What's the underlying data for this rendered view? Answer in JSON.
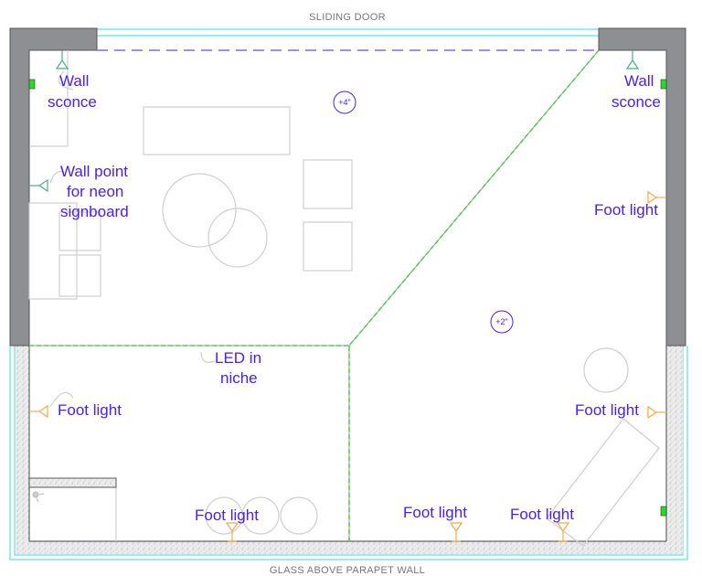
{
  "captions": {
    "top": "SLIDING DOOR",
    "bottom": "GLASS ABOVE PARAPET WALL"
  },
  "levels": {
    "upper": "+4\"",
    "lower": "+2\""
  },
  "labels": {
    "wall_sconce_left": [
      "Wall",
      "sconce"
    ],
    "wall_sconce_right": [
      "Wall",
      "sconce"
    ],
    "neon_point": [
      "Wall point",
      "for neon",
      "signboard"
    ],
    "led_niche": [
      "LED in",
      "niche"
    ],
    "foot_light_right_upper": "Foot light",
    "foot_light_left": "Foot light",
    "foot_light_right_lower": "Foot light",
    "foot_light_bottom_1": "Foot light",
    "foot_light_bottom_2": "Foot light",
    "foot_light_bottom_3": "Foot light"
  },
  "colors": {
    "wall": "#8e8f93",
    "label": "#4a1ff0",
    "glass": "#5fe0e0",
    "led": "#55cc55",
    "foot_light": "#f5a94a",
    "sconce": "#4caf7a",
    "switch": "#22dd22"
  }
}
